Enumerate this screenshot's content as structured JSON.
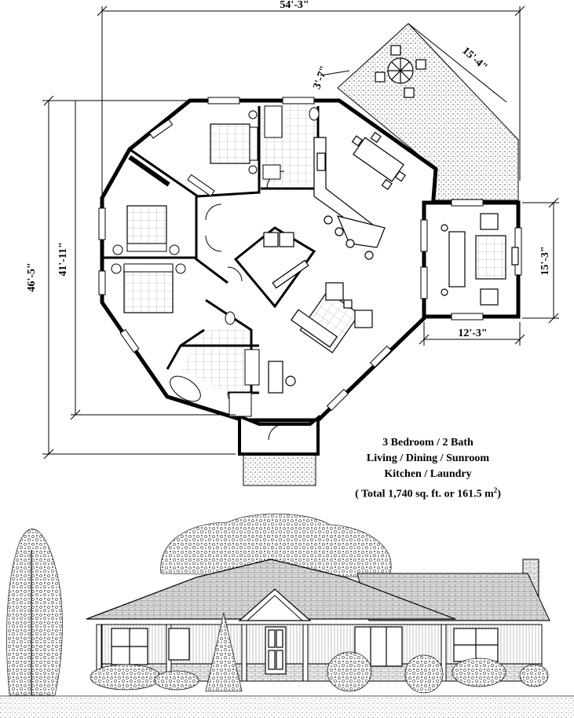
{
  "dimensions": {
    "overall_width": "54'-3\"",
    "overall_depth": "46'-5\"",
    "octagon_depth": "41'-11\"",
    "patio_wall": "3'-7\"",
    "patio_diagonal": "15'-4\"",
    "sunroom_depth": "15'-3\"",
    "sunroom_width": "12'-3\""
  },
  "summary": {
    "rooms_line": "3 Bedroom / 2 Bath",
    "living_line": "Living / Dining / Sunroom",
    "kitchen_line": "Kitchen / Laundry",
    "total_prefix": "( Total 1,740 sq. ft. or 161.5 m",
    "total_exp": "2",
    "total_suffix": ")"
  }
}
